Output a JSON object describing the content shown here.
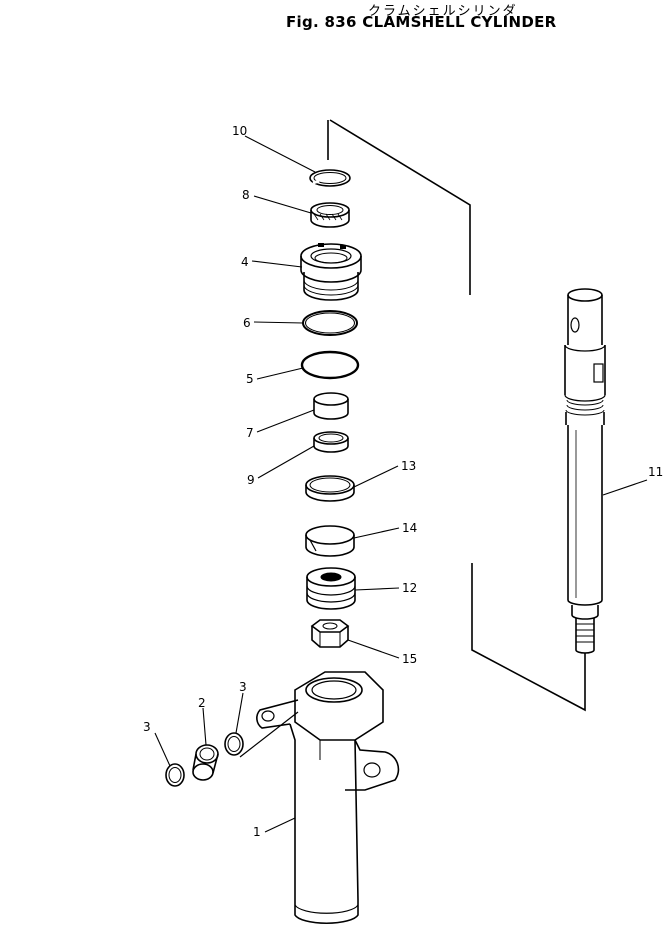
{
  "header": {
    "title_jp": "クラムシェルシリンダ",
    "title_en": "Fig. 836 CLAMSHELL CYLINDER"
  },
  "callouts": [
    {
      "id": "c10",
      "label": "10"
    },
    {
      "id": "c8",
      "label": "8"
    },
    {
      "id": "c4",
      "label": "4"
    },
    {
      "id": "c6",
      "label": "6"
    },
    {
      "id": "c5",
      "label": "5"
    },
    {
      "id": "c7",
      "label": "7"
    },
    {
      "id": "c9",
      "label": "9"
    },
    {
      "id": "c13",
      "label": "13"
    },
    {
      "id": "c14",
      "label": "14"
    },
    {
      "id": "c12",
      "label": "12"
    },
    {
      "id": "c15",
      "label": "15"
    },
    {
      "id": "c11",
      "label": "11"
    },
    {
      "id": "c3a",
      "label": "3"
    },
    {
      "id": "c2",
      "label": "2"
    },
    {
      "id": "c3b",
      "label": "3"
    },
    {
      "id": "c1",
      "label": "1"
    }
  ]
}
